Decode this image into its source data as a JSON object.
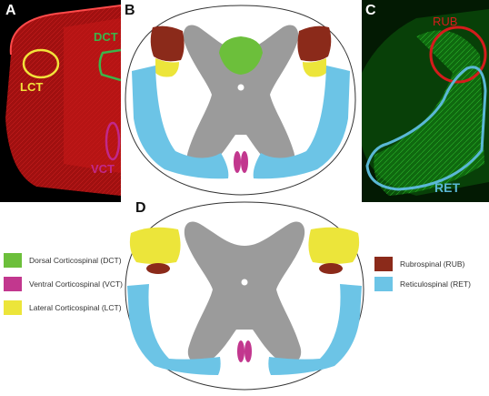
{
  "panels": {
    "A": {
      "letter": "A",
      "labels": {
        "lct": "LCT",
        "dct": "DCT",
        "vct": "VCT"
      },
      "colors": {
        "tissue": "#d81a1a",
        "lct": "#f2e23a",
        "dct": "#3bb54a",
        "vct": "#c1288a"
      }
    },
    "B": {
      "letter": "B"
    },
    "C": {
      "letter": "C",
      "labels": {
        "rub": "RUB",
        "ret": "RET"
      },
      "colors": {
        "tissue": "#1eb81e",
        "rub": "#d41c1c",
        "ret": "#5ab8d6"
      }
    },
    "D": {
      "letter": "D"
    }
  },
  "colors": {
    "gray_matter": "#9b9b9b",
    "dct": "#6cbf3b",
    "vct": "#c2378e",
    "lct": "#ece53a",
    "rub": "#8b2a1a",
    "ret": "#6cc4e6",
    "outline": "#333333"
  },
  "legend": {
    "left": [
      {
        "label": "Dorsal Corticospinal (DCT)",
        "color": "#6cbf3b"
      },
      {
        "label": "Ventral Corticospinal (VCT)",
        "color": "#c2378e"
      },
      {
        "label": "Lateral Corticospinal (LCT)",
        "color": "#ece53a"
      }
    ],
    "right": [
      {
        "label": "Rubrospinal (RUB)",
        "color": "#8b2a1a"
      },
      {
        "label": "Reticulospinal (RET)",
        "color": "#6cc4e6"
      }
    ]
  }
}
